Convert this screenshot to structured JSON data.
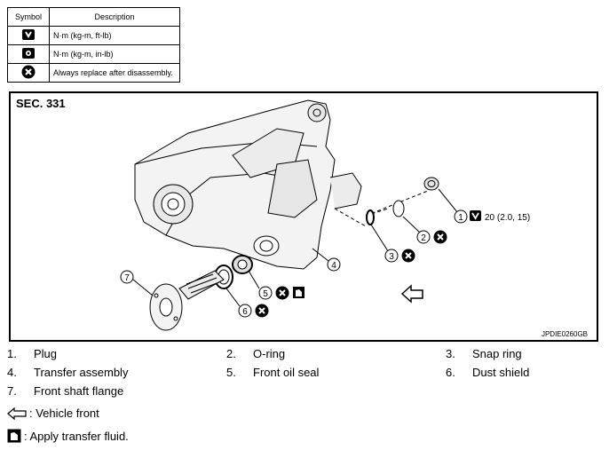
{
  "symbol_table": {
    "header_symbol": "Symbol",
    "header_description": "Description",
    "rows": [
      {
        "icon": "torque-wrench-icon",
        "description": "N·m (kg-m, ft-lb)"
      },
      {
        "icon": "torque-wrench-small-icon",
        "description": "N·m (kg-m, in-lb)"
      },
      {
        "icon": "always-replace-icon",
        "description": "Always replace after disassembly."
      }
    ]
  },
  "figure": {
    "section": "SEC. 331",
    "code": "JPDIE0260GB",
    "callouts": [
      {
        "num": "1",
        "extra": "20 (2.0, 15)"
      },
      {
        "num": "2"
      },
      {
        "num": "3"
      },
      {
        "num": "4"
      },
      {
        "num": "5"
      },
      {
        "num": "6"
      },
      {
        "num": "7"
      }
    ]
  },
  "legend": [
    {
      "num": "1.",
      "label": "Plug"
    },
    {
      "num": "2.",
      "label": "O-ring"
    },
    {
      "num": "3.",
      "label": "Snap ring"
    },
    {
      "num": "4.",
      "label": "Transfer assembly"
    },
    {
      "num": "5.",
      "label": "Front oil seal"
    },
    {
      "num": "6.",
      "label": "Dust shield"
    },
    {
      "num": "7.",
      "label": "Front shaft flange"
    }
  ],
  "notes": {
    "vehicle_front": ": Vehicle front",
    "apply_fluid": ": Apply transfer fluid."
  }
}
